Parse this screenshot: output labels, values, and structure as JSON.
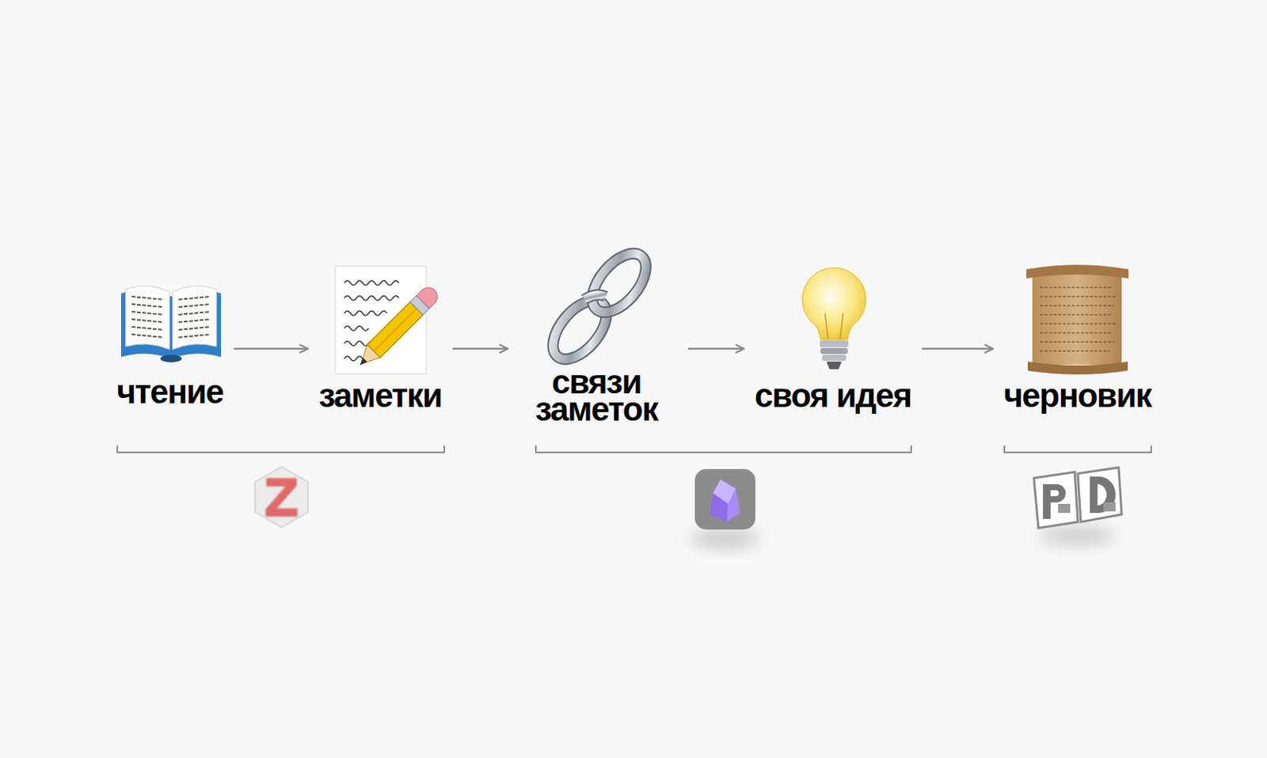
{
  "diagram": {
    "nodes": [
      {
        "text": [
          "чтение"
        ]
      },
      {
        "text": [
          "заметки"
        ]
      },
      {
        "text": [
          "связи заметок"
        ]
      },
      {
        "text": [
          "своя идея"
        ]
      },
      {
        "text": [
          "черновик"
        ]
      }
    ],
    "edges": [
      {
        "from": 0,
        "to": 1,
        "arrow": "to"
      },
      {
        "from": 1,
        "to": 2,
        "arrow": "to"
      },
      {
        "from": 2,
        "to": 3,
        "arrow": "to"
      },
      {
        "from": 3,
        "to": 4,
        "arrow": "to"
      }
    ]
  }
}
